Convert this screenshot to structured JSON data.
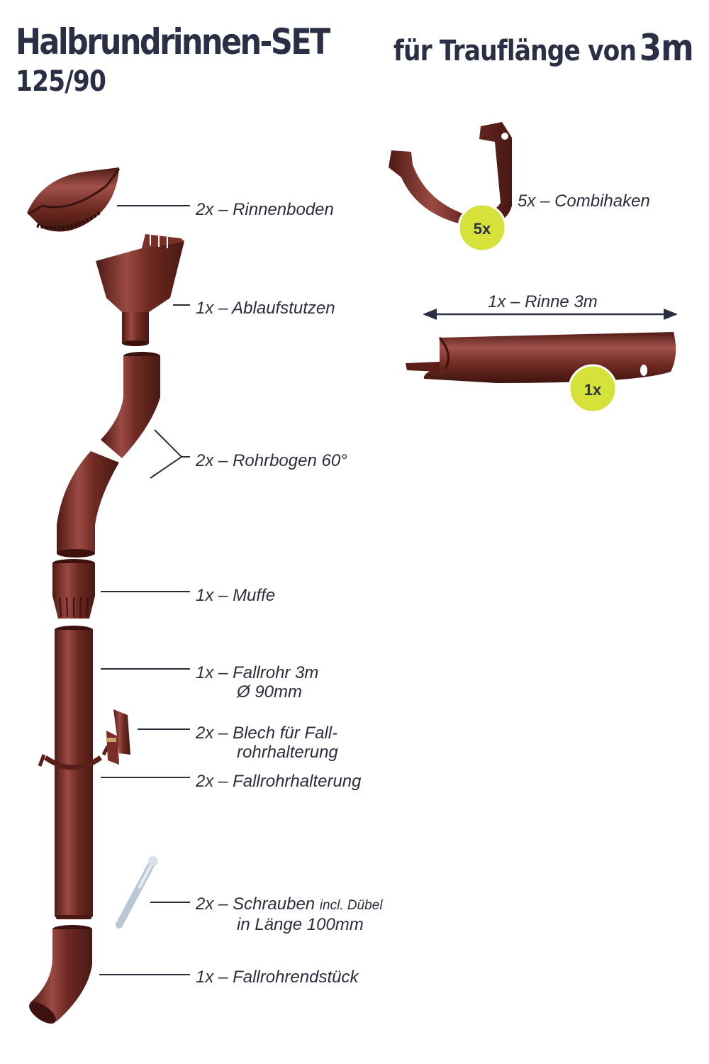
{
  "header": {
    "title": "Halbrundrinnen-SET",
    "subtitle": "125/90",
    "eave_prefix": "für Trauflänge von",
    "eave_value": "3m"
  },
  "parts": [
    {
      "qty": "2x",
      "dash": "–",
      "name": "Rinnenboden"
    },
    {
      "qty": "1x",
      "dash": "–",
      "name": "Ablaufstutzen"
    },
    {
      "qty": "2x",
      "dash": "–",
      "name": "Rohrbogen 60°"
    },
    {
      "qty": "1x",
      "dash": "–",
      "name": "Muffe"
    },
    {
      "qty": "1x",
      "dash": "–",
      "name": "Fallrohr 3m",
      "line2": "Ø 90mm"
    },
    {
      "qty": "2x",
      "dash": "–",
      "name": "Blech für Fall-",
      "line2": "rohrhalterung"
    },
    {
      "qty": "2x",
      "dash": "–",
      "name": "Fallrohrhalterung"
    },
    {
      "qty": "2x",
      "dash": "–",
      "name": "Schrauben",
      "note": "incl. Dübel",
      "line2": "in Länge 100mm"
    },
    {
      "qty": "1x",
      "dash": "–",
      "name": "Fallrohrendstück"
    },
    {
      "qty": "5x",
      "dash": "–",
      "name": "Combihaken"
    },
    {
      "qty": "1x",
      "dash": "–",
      "name": "Rinne 3m"
    }
  ],
  "badges": {
    "combihaken": "5x",
    "rinne": "1x"
  },
  "colors": {
    "product_brown": "#6e2a22",
    "product_highlight": "#a0524a",
    "text_navy": "#2b2f45",
    "badge_yellow": "#d6e23a",
    "leader_line": "#2a2d3e"
  }
}
